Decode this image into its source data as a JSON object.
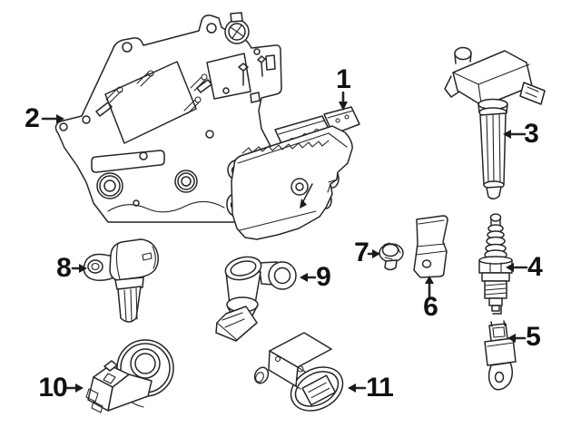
{
  "diagram": {
    "background_color": "#ffffff",
    "line_color": "#262626",
    "label_color": "#111111",
    "callouts": [
      {
        "label": "1",
        "arrow": "down"
      },
      {
        "label": "2",
        "arrow": "right"
      },
      {
        "label": "3",
        "arrow": "left"
      },
      {
        "label": "4",
        "arrow": "left"
      },
      {
        "label": "5",
        "arrow": "left"
      },
      {
        "label": "6",
        "arrow": "up"
      },
      {
        "label": "7",
        "arrow": "right"
      },
      {
        "label": "8",
        "arrow": "right"
      },
      {
        "label": "9",
        "arrow": "left"
      },
      {
        "label": "10",
        "arrow": "right"
      },
      {
        "label": "11",
        "arrow": "left"
      }
    ]
  }
}
